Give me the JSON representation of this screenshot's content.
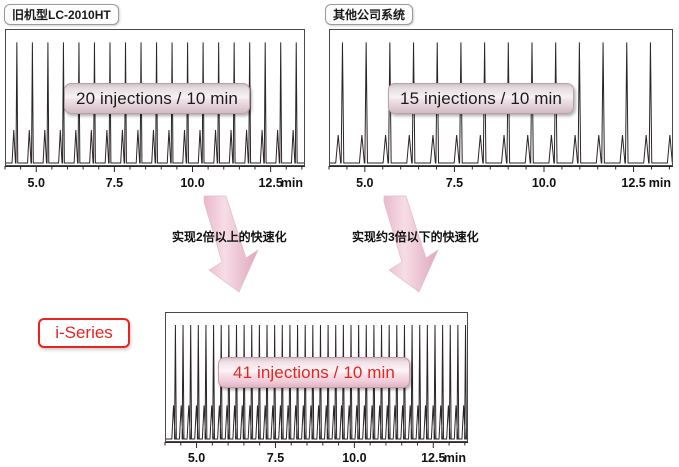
{
  "figure": {
    "background_color": "#ffffff",
    "accent_red": "#e8241f",
    "badge_pink": "#e4b4c4",
    "arrow_pink": "#f0c6d4"
  },
  "panels": {
    "old_model": {
      "title": "旧机型LC-2010HT",
      "badge_text": "20 injections / 10 min",
      "injections": 20,
      "minutes": 10
    },
    "competitor": {
      "title": "其他公司系统",
      "badge_text": "15 injections / 10 min",
      "injections": 15,
      "minutes": 10
    },
    "i_series": {
      "title": "i-Series",
      "badge_text": "41 injections / 10 min",
      "injections": 41,
      "minutes": 10
    }
  },
  "arrows": {
    "left_caption": "实现2倍以上的快速化",
    "right_caption": "实现约3倍以下的快速化"
  },
  "axis": {
    "unit_label": "min",
    "tick_labels": [
      "5.0",
      "7.5",
      "10.0",
      "12.5"
    ],
    "tick_values": [
      5.0,
      7.5,
      10.0,
      12.5
    ],
    "minor_per_major": 5,
    "range": [
      4.0,
      13.6
    ]
  },
  "chart_data": {
    "type": "line",
    "title": "Injection throughput comparison — chromatograms",
    "xlabel": "min",
    "ylabel": "",
    "xlim": [
      4.0,
      13.6
    ],
    "ylim": [
      0,
      1
    ],
    "grid": false,
    "legend": "none",
    "series": [
      {
        "name": "旧机型LC-2010HT",
        "injections": 20,
        "badge": "20 injections / 10 min",
        "peak_interval_min": 0.5,
        "first_peak_min": 4.35,
        "main_peak_height": 0.95,
        "satellite_peak_height": 0.26,
        "satellite_offset_min": -0.1
      },
      {
        "name": "其他公司系统",
        "injections": 15,
        "badge": "15 injections / 10 min",
        "peak_interval_min": 0.665,
        "first_peak_min": 4.35,
        "main_peak_height": 0.95,
        "satellite_peak_height": 0.22,
        "satellite_offset_min": -0.12
      },
      {
        "name": "i-Series",
        "injections": 41,
        "badge": "41 injections / 10 min",
        "peak_interval_min": 0.2435,
        "first_peak_min": 4.3,
        "main_peak_height": 0.95,
        "satellite_peak_height": 0.28,
        "satellite_offset_min": -0.06
      }
    ],
    "annotations": [
      {
        "text": "实现2倍以上的快速化",
        "kind": "arrow-caption",
        "from": "旧机型LC-2010HT",
        "to": "i-Series"
      },
      {
        "text": "实现约3倍以下的快速化",
        "kind": "arrow-caption",
        "from": "其他公司系统",
        "to": "i-Series"
      }
    ]
  }
}
